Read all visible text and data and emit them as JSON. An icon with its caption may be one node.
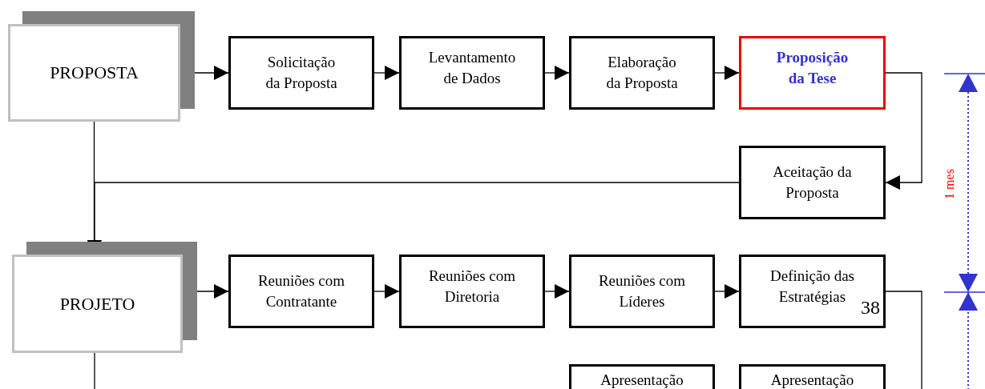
{
  "diagram": {
    "nodes": [
      {
        "text": [
          "PROPOSTA"
        ]
      },
      {
        "text": [
          "Solicitação da Proposta"
        ]
      },
      {
        "text": [
          "Levantamento de Dados"
        ]
      },
      {
        "text": [
          "Elaboração da Proposta"
        ]
      },
      {
        "text": [
          "Proposição da Tese"
        ]
      },
      {
        "text": [
          "Aceitação da Proposta"
        ]
      },
      {
        "text": [
          "PROJETO"
        ]
      },
      {
        "text": [
          "Reuniões com Contratante"
        ]
      },
      {
        "text": [
          "Reuniões com Diretoria"
        ]
      },
      {
        "text": [
          "Reuniões com Líderes"
        ]
      },
      {
        "text": [
          "Definição das Estratégias"
        ]
      },
      {
        "text": [
          "Apresentação"
        ]
      },
      {
        "text": [
          "Apresentação"
        ]
      }
    ],
    "edges": [
      {
        "from": 0,
        "to": 1,
        "arrow": "to"
      },
      {
        "from": 1,
        "to": 2,
        "arrow": "to"
      },
      {
        "from": 2,
        "to": 3,
        "arrow": "to"
      },
      {
        "from": 3,
        "to": 4,
        "arrow": "to"
      },
      {
        "from": 4,
        "to": 5,
        "arrow": "to"
      },
      {
        "from": 0,
        "to": 6,
        "arrow": "to"
      },
      {
        "from": 5,
        "to": 6,
        "arrow": "to"
      },
      {
        "from": 6,
        "to": 7,
        "arrow": "to"
      },
      {
        "from": 7,
        "to": 8,
        "arrow": "to"
      },
      {
        "from": 8,
        "to": 9,
        "arrow": "to"
      },
      {
        "from": 9,
        "to": 10,
        "arrow": "to"
      },
      {
        "from": 6,
        "to": null,
        "arrow": "none"
      },
      {
        "from": 10,
        "to": null,
        "arrow": "none"
      }
    ],
    "labels": [
      "1 mes",
      "38"
    ]
  }
}
